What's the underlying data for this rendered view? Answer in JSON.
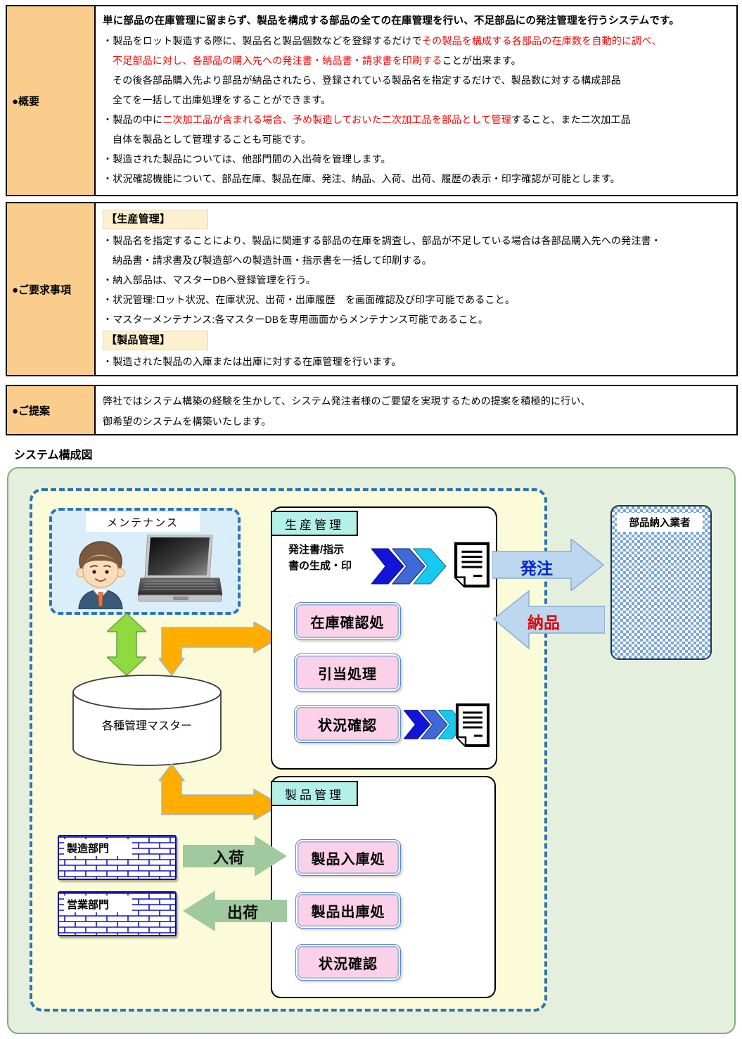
{
  "colors": {
    "table_label_bg": "#FBCD8C",
    "section_highlight_bg": "#FDF0CF",
    "red_text": "#FF0000",
    "outer_green_bg": "#E4EFDD",
    "inner_yellow_bg": "#FBFBD9",
    "dash_blue": "#2F75B5",
    "maintenance_bg": "#D9EEF8",
    "header_cyan": "#B2F0E8",
    "button_pink": "#FAD1E8",
    "arrow_orange": "#FFAD00",
    "arrow_green_db": "#8EDA3F",
    "arrow_blue_fill": "#BDD7EE",
    "arrow_green_flow": "#A0C9A0",
    "checker_blue": "#79A7DC",
    "brick_blue": "#1414C8"
  },
  "overview": {
    "label": "●概要",
    "headline": "単に部品の在庫管理に留まらず、製品を構成する部品の全ての在庫管理を行い、不足部品にの発注管理を行うシステムです。",
    "b1_black1": "・製品をロット製造する際に、製品名と製品個数などを登録するだけで",
    "b1_red1": "その製品を構成する各部品の在庫数を自動的に調べ、",
    "b1_red2": "不足部品に対し、各部品の購入先への発注書・納品書・請求書を印刷する",
    "b1_black2": "ことが出来ます。",
    "b1_line3": "その後各部品購入先より部品が納品されたら、登録されている製品名を指定するだけで、製品数に対する構成部品",
    "b1_line4": "全てを一括して出庫処理をすることができます。",
    "b2_black1": "・製品の中に",
    "b2_red": "二次加工品が含まれる場合、予め製造しておいた二次加工品を部品として管理",
    "b2_black2": "すること、また二次加工品",
    "b2_line2": "自体を製品として管理することも可能です。",
    "b3": "・製造された製品については、他部門間の入出荷を管理します。",
    "b4": "・状況確認機能について、部品在庫、製品在庫、発注、納品、入荷、出荷、履歴の表示・印字確認が可能とします。"
  },
  "requirements": {
    "label": "●ご要求事項",
    "sec1_title": "【生産管理】",
    "r1a": "・製品名を指定することにより、製品に関連する部品の在庫を調査し、部品が不足している場合は各部品購入先への発注書・",
    "r1b": "納品書・請求書及び製造部への製造計画・指示書を一括して印刷する。",
    "r2": "・納入部品は、マスターDBへ登録管理を行う。",
    "r3": "・状況管理:ロット状況、在庫状況、出荷・出庫履歴　を画面確認及び印字可能であること。",
    "r4": "・マスターメンテナンス:各マスターDBを専用画面からメンテナンス可能であること。",
    "sec2_title": "【製品管理】",
    "r5": "・製造された製品の入庫または出庫に対する在庫管理を行います。"
  },
  "proposal": {
    "label": "●ご提案",
    "line1": "弊社ではシステム構築の経験を生かして、システム発注者様のご要望を実現するための提案を積極的に行い、",
    "line2": "御希望のシステムを構築いたします。"
  },
  "diagram": {
    "title": "システム構成図",
    "maintenance_label": "メンテナンス",
    "master_db_label": "各種管理マスター",
    "supplier_label": "部品納入業者",
    "order_label": "発注",
    "delivery_label": "納品",
    "inbound_label": "入荷",
    "outbound_label": "出荷",
    "mfg_dept_label": "製造部門",
    "sales_dept_label": "営業部門",
    "production": {
      "header": "生産管理",
      "doc_line1": "発注書/指示",
      "doc_line2": "書の生成・印",
      "buttons": [
        "在庫確認処",
        "引当処理",
        "状況確認"
      ]
    },
    "product": {
      "header": "製品管理",
      "buttons": [
        "製品入庫処",
        "製品出庫処",
        "状況確認"
      ]
    }
  }
}
